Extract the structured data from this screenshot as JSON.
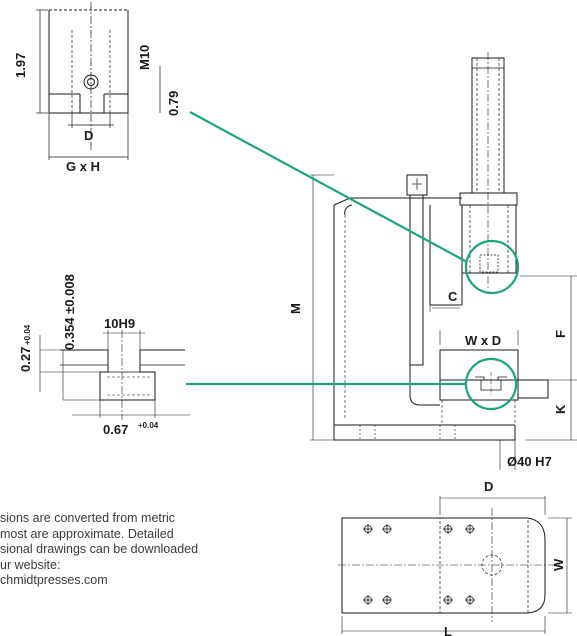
{
  "labels": {
    "dim_197": "1.97",
    "dim_m10": "M10",
    "dim_079": "0.79",
    "dim_d_top": "D",
    "dim_gxh": "G x H",
    "dim_m": "M",
    "dim_c": "C",
    "dim_f": "F",
    "dim_wxd": "W x D",
    "dim_k": "K",
    "dim_bore": "Ø40 H7",
    "dim_10h9": "10H9",
    "dim_0354": "0.354 ±0.008",
    "dim_027": "0.27",
    "dim_027_tol": "+0.04",
    "dim_067": "0.67",
    "dim_067_tol": "+0.04",
    "dim_d_plan": "D",
    "dim_w": "W",
    "dim_l": "L"
  },
  "note": {
    "line1": "sions are converted from metric",
    "line2": "most are approximate. Detailed",
    "line3": "sional drawings can be downloaded",
    "line4": "ur website:",
    "line5": "chmidtpresses.com"
  },
  "colors": {
    "line": "#1a1a1a",
    "thin": "#555555",
    "accent": "#1aa57e"
  }
}
